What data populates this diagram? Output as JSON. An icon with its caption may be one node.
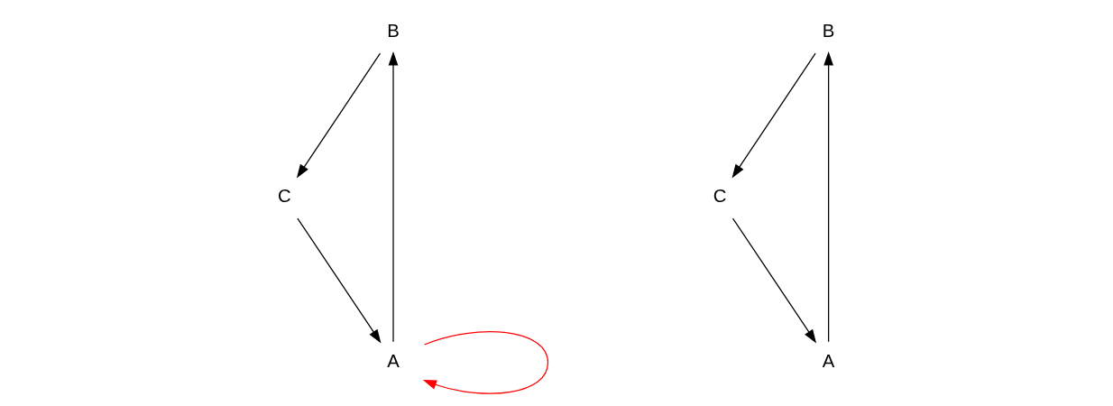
{
  "diagram": {
    "nodes": [
      {
        "text": [
          "B"
        ]
      },
      {
        "text": [
          "A"
        ]
      },
      {
        "text": [
          "C"
        ]
      },
      {
        "text": [
          "B"
        ]
      },
      {
        "text": [
          "A"
        ]
      },
      {
        "text": [
          "C"
        ]
      }
    ],
    "edges": [
      {
        "from": 1,
        "to": 0,
        "arrow": "to"
      },
      {
        "from": 0,
        "to": 2,
        "arrow": "to"
      },
      {
        "from": 2,
        "to": 1,
        "arrow": "to"
      },
      {
        "from": 1,
        "to": 1,
        "arrow": "to",
        "color": "#ff0000"
      },
      {
        "from": 4,
        "to": 3,
        "arrow": "to"
      },
      {
        "from": 3,
        "to": 5,
        "arrow": "to"
      },
      {
        "from": 5,
        "to": 4,
        "arrow": "to"
      }
    ]
  }
}
